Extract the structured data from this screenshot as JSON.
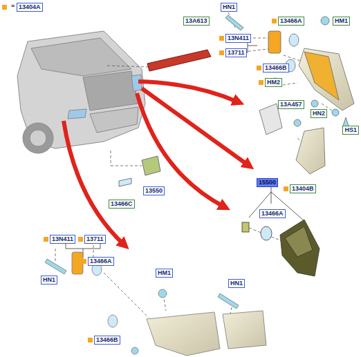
{
  "diagram": {
    "labels": [
      "=",
      "13A613",
      "HN1",
      "13466A",
      "HM1",
      "13N411",
      "13711",
      "13466B",
      "HM2",
      "HN2",
      "HS1",
      "13A457",
      "13404B",
      "13550",
      "13466C",
      "15500",
      "13466A",
      "13N411",
      "13711",
      "13466A",
      "HN1",
      "HM1",
      "HN1",
      "13466B"
    ],
    "legend": [
      {
        "text": "13404A",
        "color": "#f5a623"
      }
    ]
  }
}
